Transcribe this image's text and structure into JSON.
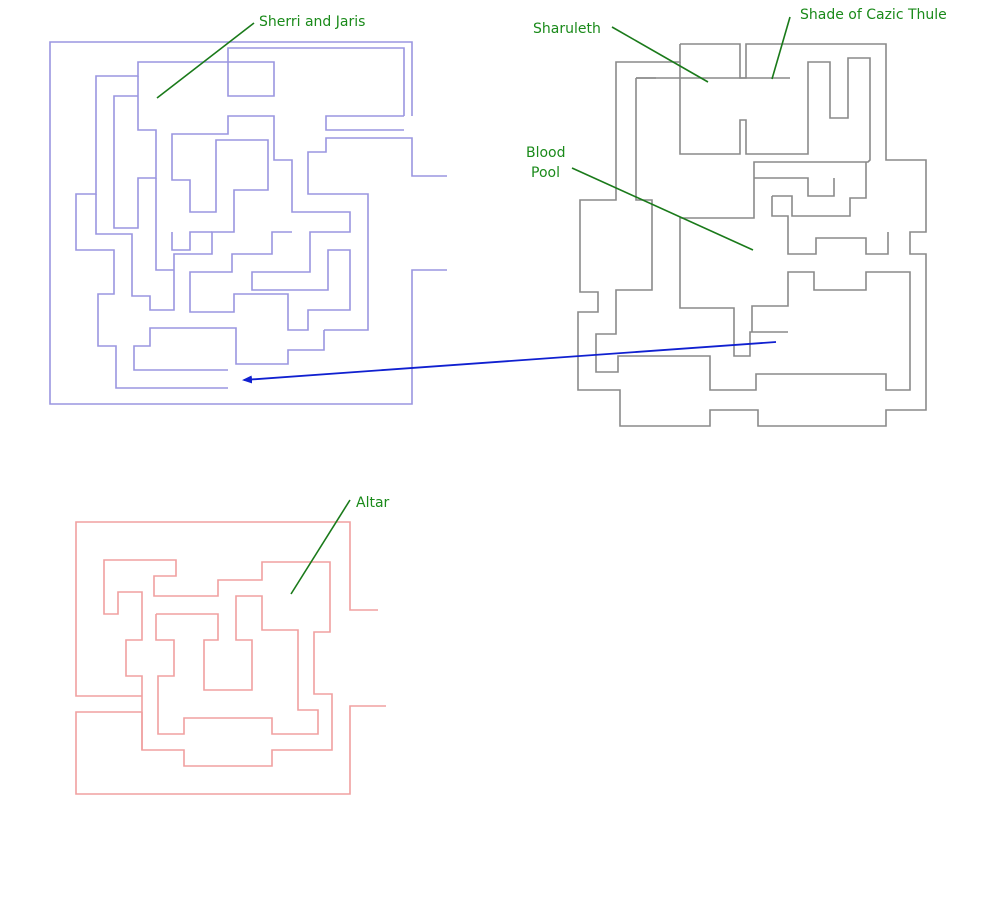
{
  "colors": {
    "label": "#1a8a1a",
    "leader": "#1a7a1a",
    "maze_blue": "#9a96e0",
    "maze_grey": "#8a8a8a",
    "maze_red": "#f0a0a0",
    "connector": "#1020d0"
  },
  "labels": {
    "sherri_jaris": "Sherri and Jaris",
    "sharuleth": "Sharuleth",
    "shade_cazic_thule": "Shade of Cazic Thule",
    "blood_pool_line1": "Blood",
    "blood_pool_line2": "Pool",
    "altar": "Altar"
  }
}
